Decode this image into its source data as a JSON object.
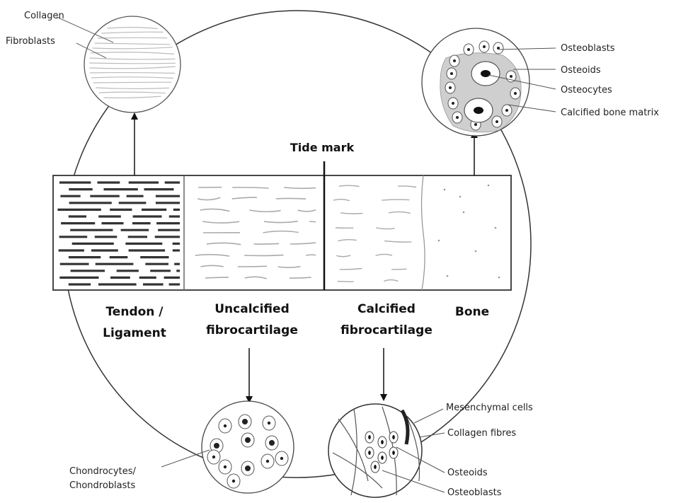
{
  "top_left_callouts": {
    "collagen": "Collagen",
    "fibroblasts": "Fibroblasts"
  },
  "top_right_callouts": {
    "osteoblasts": "Osteoblasts",
    "osteoids": "Osteoids",
    "osteocytes": "Osteocytes",
    "calcified_bone_matrix": "Calcified bone matrix"
  },
  "tide_mark": "Tide mark",
  "zones": {
    "tendon": [
      "Tendon /",
      "Ligament"
    ],
    "uncalcified": [
      "Uncalcified",
      "fibrocartilage"
    ],
    "calcified": [
      "Calcified",
      "fibrocartilage"
    ],
    "bone": [
      "Bone"
    ]
  },
  "bottom_left_callouts": {
    "chondrocytes": [
      "Chondrocytes/",
      "Chondroblasts"
    ]
  },
  "bottom_right_callouts": {
    "mesenchymal": "Mesenchymal cells",
    "collagen_fibres": "Collagen fibres",
    "osteoids": "Osteoids",
    "osteoblasts": "Osteoblasts"
  }
}
